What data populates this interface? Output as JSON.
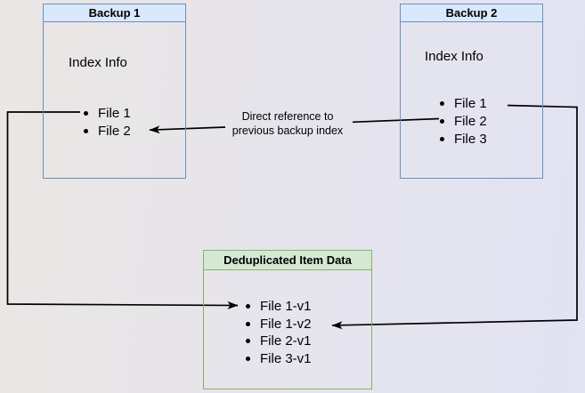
{
  "colors": {
    "backup_header_fill": "#DAE8FC",
    "backup_border": "#6C8EBF",
    "dedup_header_fill": "#D5E8D4",
    "dedup_border": "#82B366",
    "arrow": "#000000",
    "bg_left": "#EBE7E4",
    "bg_right": "#E2E3F3",
    "text": "#000000"
  },
  "boxes": {
    "backup1": {
      "title": "Backup 1",
      "subtitle": "Index Info",
      "items": [
        "File 1",
        "File 2"
      ]
    },
    "backup2": {
      "title": "Backup 2",
      "subtitle": "Index Info",
      "items": [
        "File 1",
        "File 2",
        "File 3"
      ]
    },
    "dedup": {
      "title": "Deduplicated Item Data",
      "items": [
        "File 1-v1",
        "File 1-v2",
        "File 2-v1",
        "File 3-v1"
      ]
    }
  },
  "edge_label": {
    "line1": "Direct reference to",
    "line2": "previous backup index"
  }
}
